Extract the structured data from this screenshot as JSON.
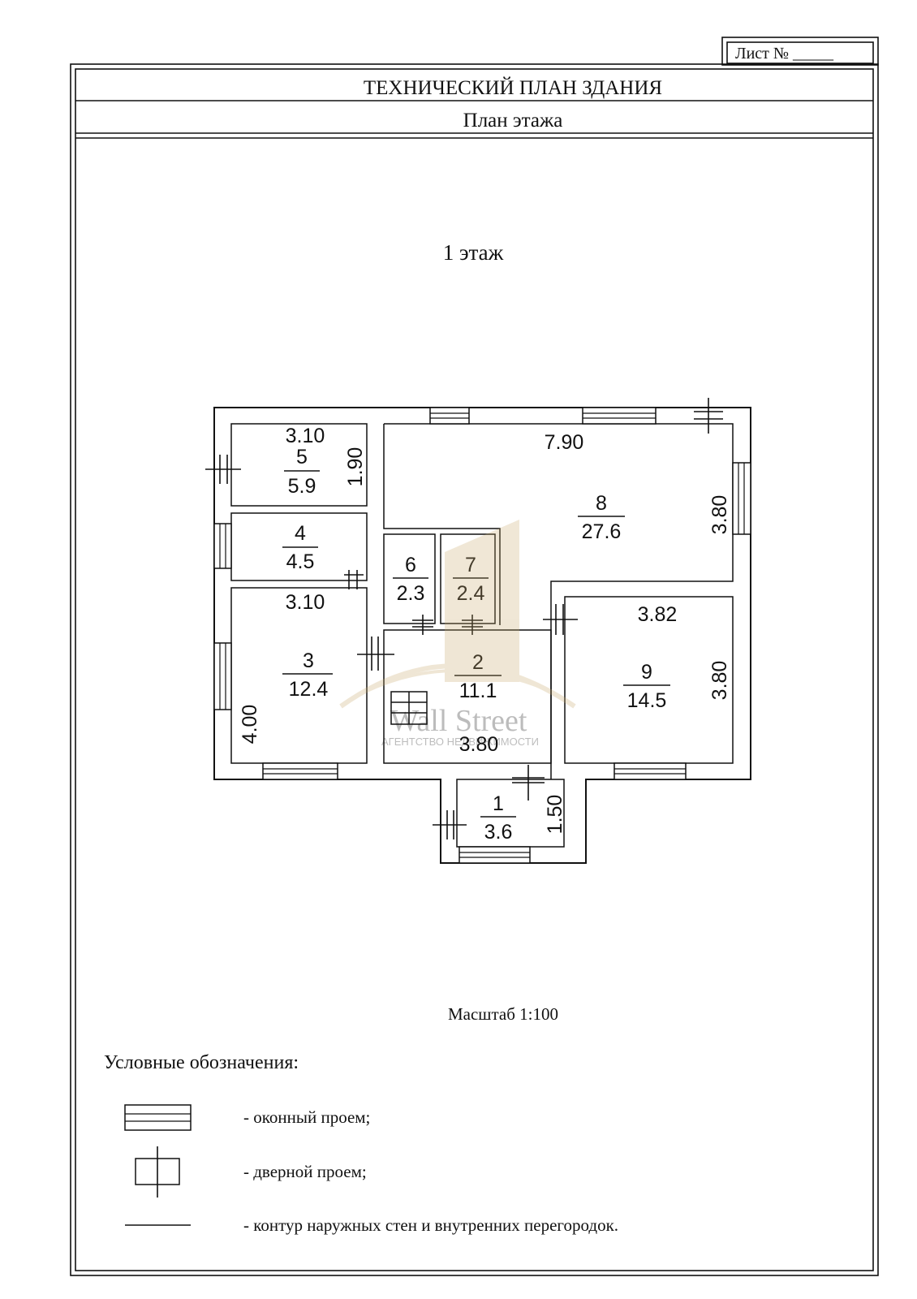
{
  "header": {
    "sheet_label": "Лист № _____",
    "title": "ТЕХНИЧЕСКИЙ ПЛАН ЗДАНИЯ",
    "subtitle": "План этажа"
  },
  "floor_label": "1 этаж",
  "rooms": [
    {
      "id": "1",
      "area": "3.6"
    },
    {
      "id": "2",
      "area": "11.1"
    },
    {
      "id": "3",
      "area": "12.4"
    },
    {
      "id": "4",
      "area": "4.5"
    },
    {
      "id": "5",
      "area": "5.9"
    },
    {
      "id": "6",
      "area": "2.3"
    },
    {
      "id": "7",
      "area": "2.4"
    },
    {
      "id": "8",
      "area": "27.6"
    },
    {
      "id": "9",
      "area": "14.5"
    }
  ],
  "dimensions": {
    "room5_width": "3.10",
    "room5_height": "1.90",
    "room3_width": "3.10",
    "room3_height": "4.00",
    "room8_width": "7.90",
    "room8_height": "3.80",
    "room9_width": "3.82",
    "room9_height": "3.80",
    "room2_width": "3.80",
    "room1_height": "1.50"
  },
  "watermark": {
    "brand": "Wall Street",
    "tagline": "АГЕНТСТВО НЕДВИЖИМОСТИ",
    "color": "#c8a96a"
  },
  "scale_label": "Масштаб 1:100",
  "legend": {
    "title": "Условные обозначения:",
    "items": [
      {
        "icon": "window-opening-icon",
        "text": "- оконный проем;"
      },
      {
        "icon": "door-opening-icon",
        "text": "- дверной проем;"
      },
      {
        "icon": "wall-contour-icon",
        "text": "- контур наружных стен и внутренних перегородок."
      }
    ]
  }
}
